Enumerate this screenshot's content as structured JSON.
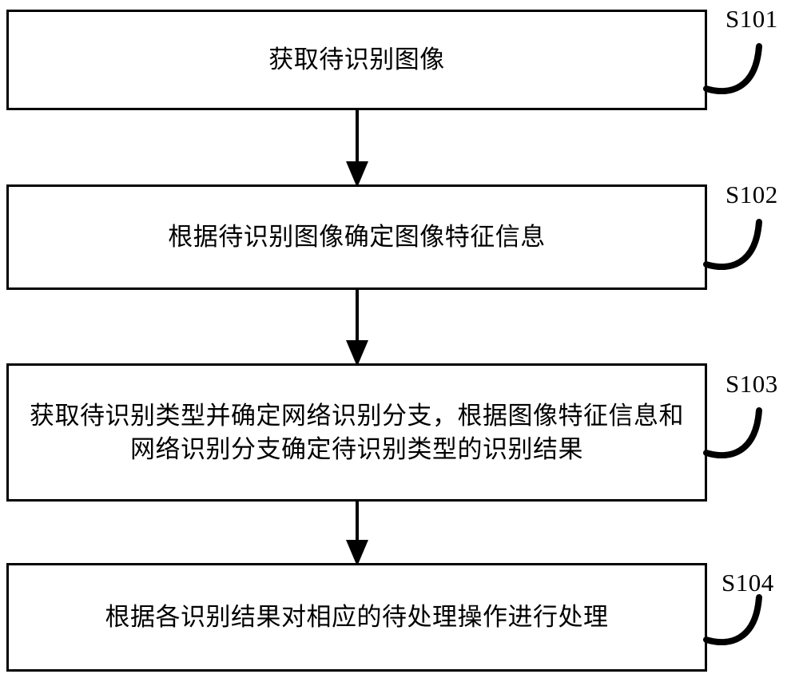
{
  "diagram": {
    "type": "flowchart",
    "orientation": "vertical",
    "title": "",
    "nodes": [
      {
        "id": "S101",
        "step_label": "S101",
        "text": "获取待识别图像",
        "shape": "rectangle"
      },
      {
        "id": "S102",
        "step_label": "S102",
        "text": "根据待识别图像确定图像特征信息",
        "shape": "rectangle"
      },
      {
        "id": "S103",
        "step_label": "S103",
        "text": "获取待识别类型并确定网络识别分支，根据图像特征信息和网络识别分支确定待识别类型的识别结果",
        "shape": "rectangle"
      },
      {
        "id": "S104",
        "step_label": "S104",
        "text": "根据各识别结果对相应的待处理操作进行处理",
        "shape": "rectangle"
      }
    ],
    "edges": [
      {
        "from": "S101",
        "to": "S102",
        "style": "solid-arrow"
      },
      {
        "from": "S102",
        "to": "S103",
        "style": "solid-arrow"
      },
      {
        "from": "S103",
        "to": "S104",
        "style": "solid-arrow"
      }
    ],
    "colors": {
      "stroke": "#000000",
      "fill": "#ffffff",
      "text": "#000000"
    }
  }
}
